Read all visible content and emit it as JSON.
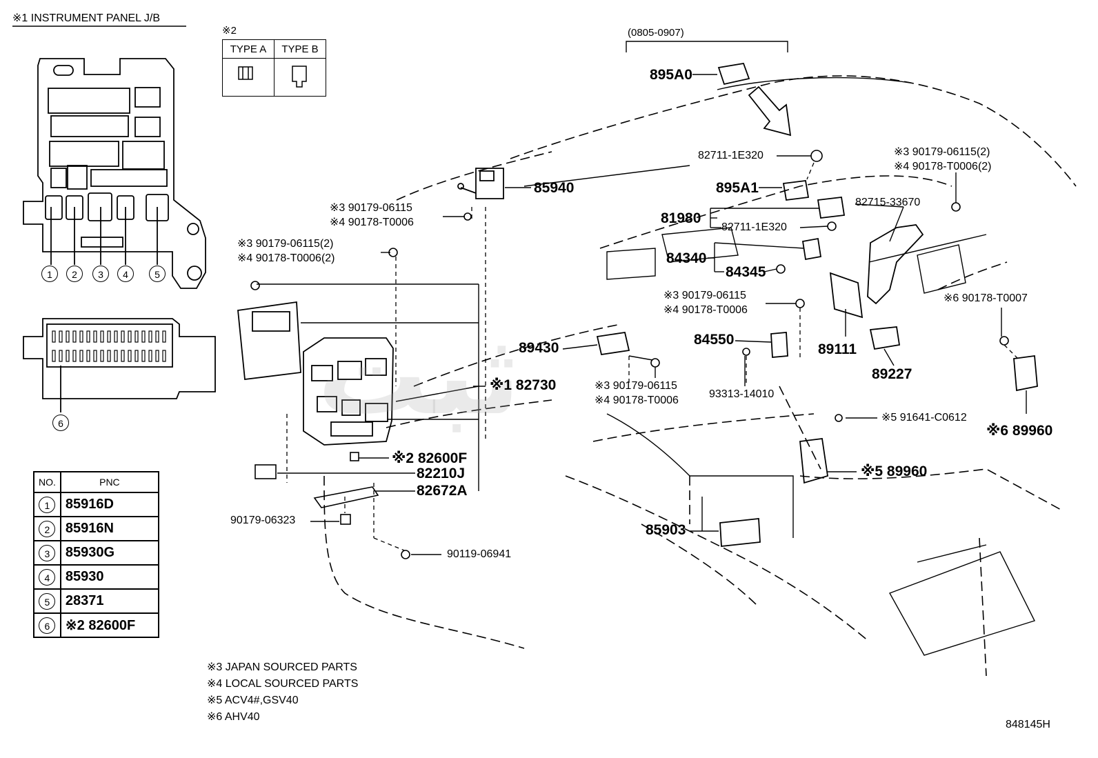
{
  "header": {
    "jb_title": "※1 INSTRUMENT PANEL J/B",
    "note2_mark": "※2",
    "type_a": "TYPE A",
    "type_b": "TYPE B",
    "date_range": "(0805-0907)"
  },
  "jb_callouts": [
    "1",
    "2",
    "3",
    "4",
    "5",
    "6"
  ],
  "pnc_table": {
    "col_no": "NO.",
    "col_pnc": "PNC",
    "rows": [
      {
        "no": "1",
        "pnc": "85916D"
      },
      {
        "no": "2",
        "pnc": "85916N"
      },
      {
        "no": "3",
        "pnc": "85930G"
      },
      {
        "no": "4",
        "pnc": "85930"
      },
      {
        "no": "5",
        "pnc": "28371"
      },
      {
        "no": "6",
        "pnc": "※2 82600F"
      }
    ]
  },
  "labels": {
    "p895A0": "895A0",
    "p85940": "85940",
    "p82711_a": "82711-1E320",
    "p895A1": "895A1",
    "p82715": "82715-33670",
    "p81980": "81980",
    "p82711_b": "82711-1E320",
    "p84340": "84340",
    "p84345": "84345",
    "p3_90179_top_r": "※3 90179-06115(2)",
    "p4_90178_top_r": "※4 90178-T0006(2)",
    "p3_90179_a": "※3 90179-06115",
    "p4_90178_a": "※4 90178-T0006",
    "p3_90179_b": "※3 90179-06115(2)",
    "p4_90178_b": "※4 90178-T0006(2)",
    "p3_90179_c": "※3 90179-06115",
    "p4_90178_c": "※4 90178-T0006",
    "p3_90179_d": "※3 90179-06115",
    "p4_90178_d": "※4 90178-T0006",
    "p89111": "89111",
    "p6_90178": "※6 90178-T0007",
    "p89430": "89430",
    "p84550": "84550",
    "p89227": "89227",
    "p82730": "※1 82730",
    "p93313": "93313-14010",
    "p5_91641": "※5 91641-C0612",
    "p6_89960": "※6 89960",
    "p82600F": "※2 82600F",
    "p82210J": "82210J",
    "p82672A": "82672A",
    "p5_89960": "※5 89960",
    "p90179_06323": "90179-06323",
    "p85903": "85903",
    "p90119": "90119-06941"
  },
  "notes": [
    "※3 JAPAN SOURCED PARTS",
    "※4 LOCAL SOURCED PARTS",
    "※5 ACV4#,GSV40",
    "※6 AHV40"
  ],
  "figure_id": "848145H",
  "watermark": "ثبت"
}
